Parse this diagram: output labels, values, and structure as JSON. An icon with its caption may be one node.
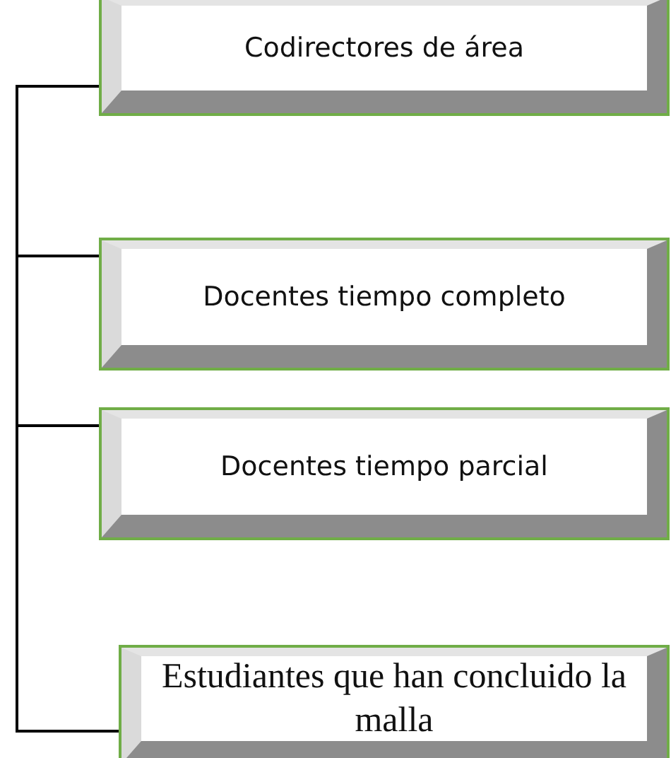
{
  "diagram": {
    "nodes": [
      {
        "text": [
          "Codirectores de área"
        ]
      },
      {
        "text": [
          "Docentes tiempo completo"
        ]
      },
      {
        "text": [
          "Docentes tiempo parcial"
        ]
      },
      {
        "text": [
          "Estudiantes que han concluido la malla"
        ]
      }
    ],
    "edges": [
      {
        "from": null,
        "to": 0,
        "arrow": "none"
      },
      {
        "from": null,
        "to": 1,
        "arrow": "none"
      },
      {
        "from": null,
        "to": 2,
        "arrow": "none"
      },
      {
        "from": null,
        "to": 3,
        "arrow": "none"
      }
    ]
  }
}
